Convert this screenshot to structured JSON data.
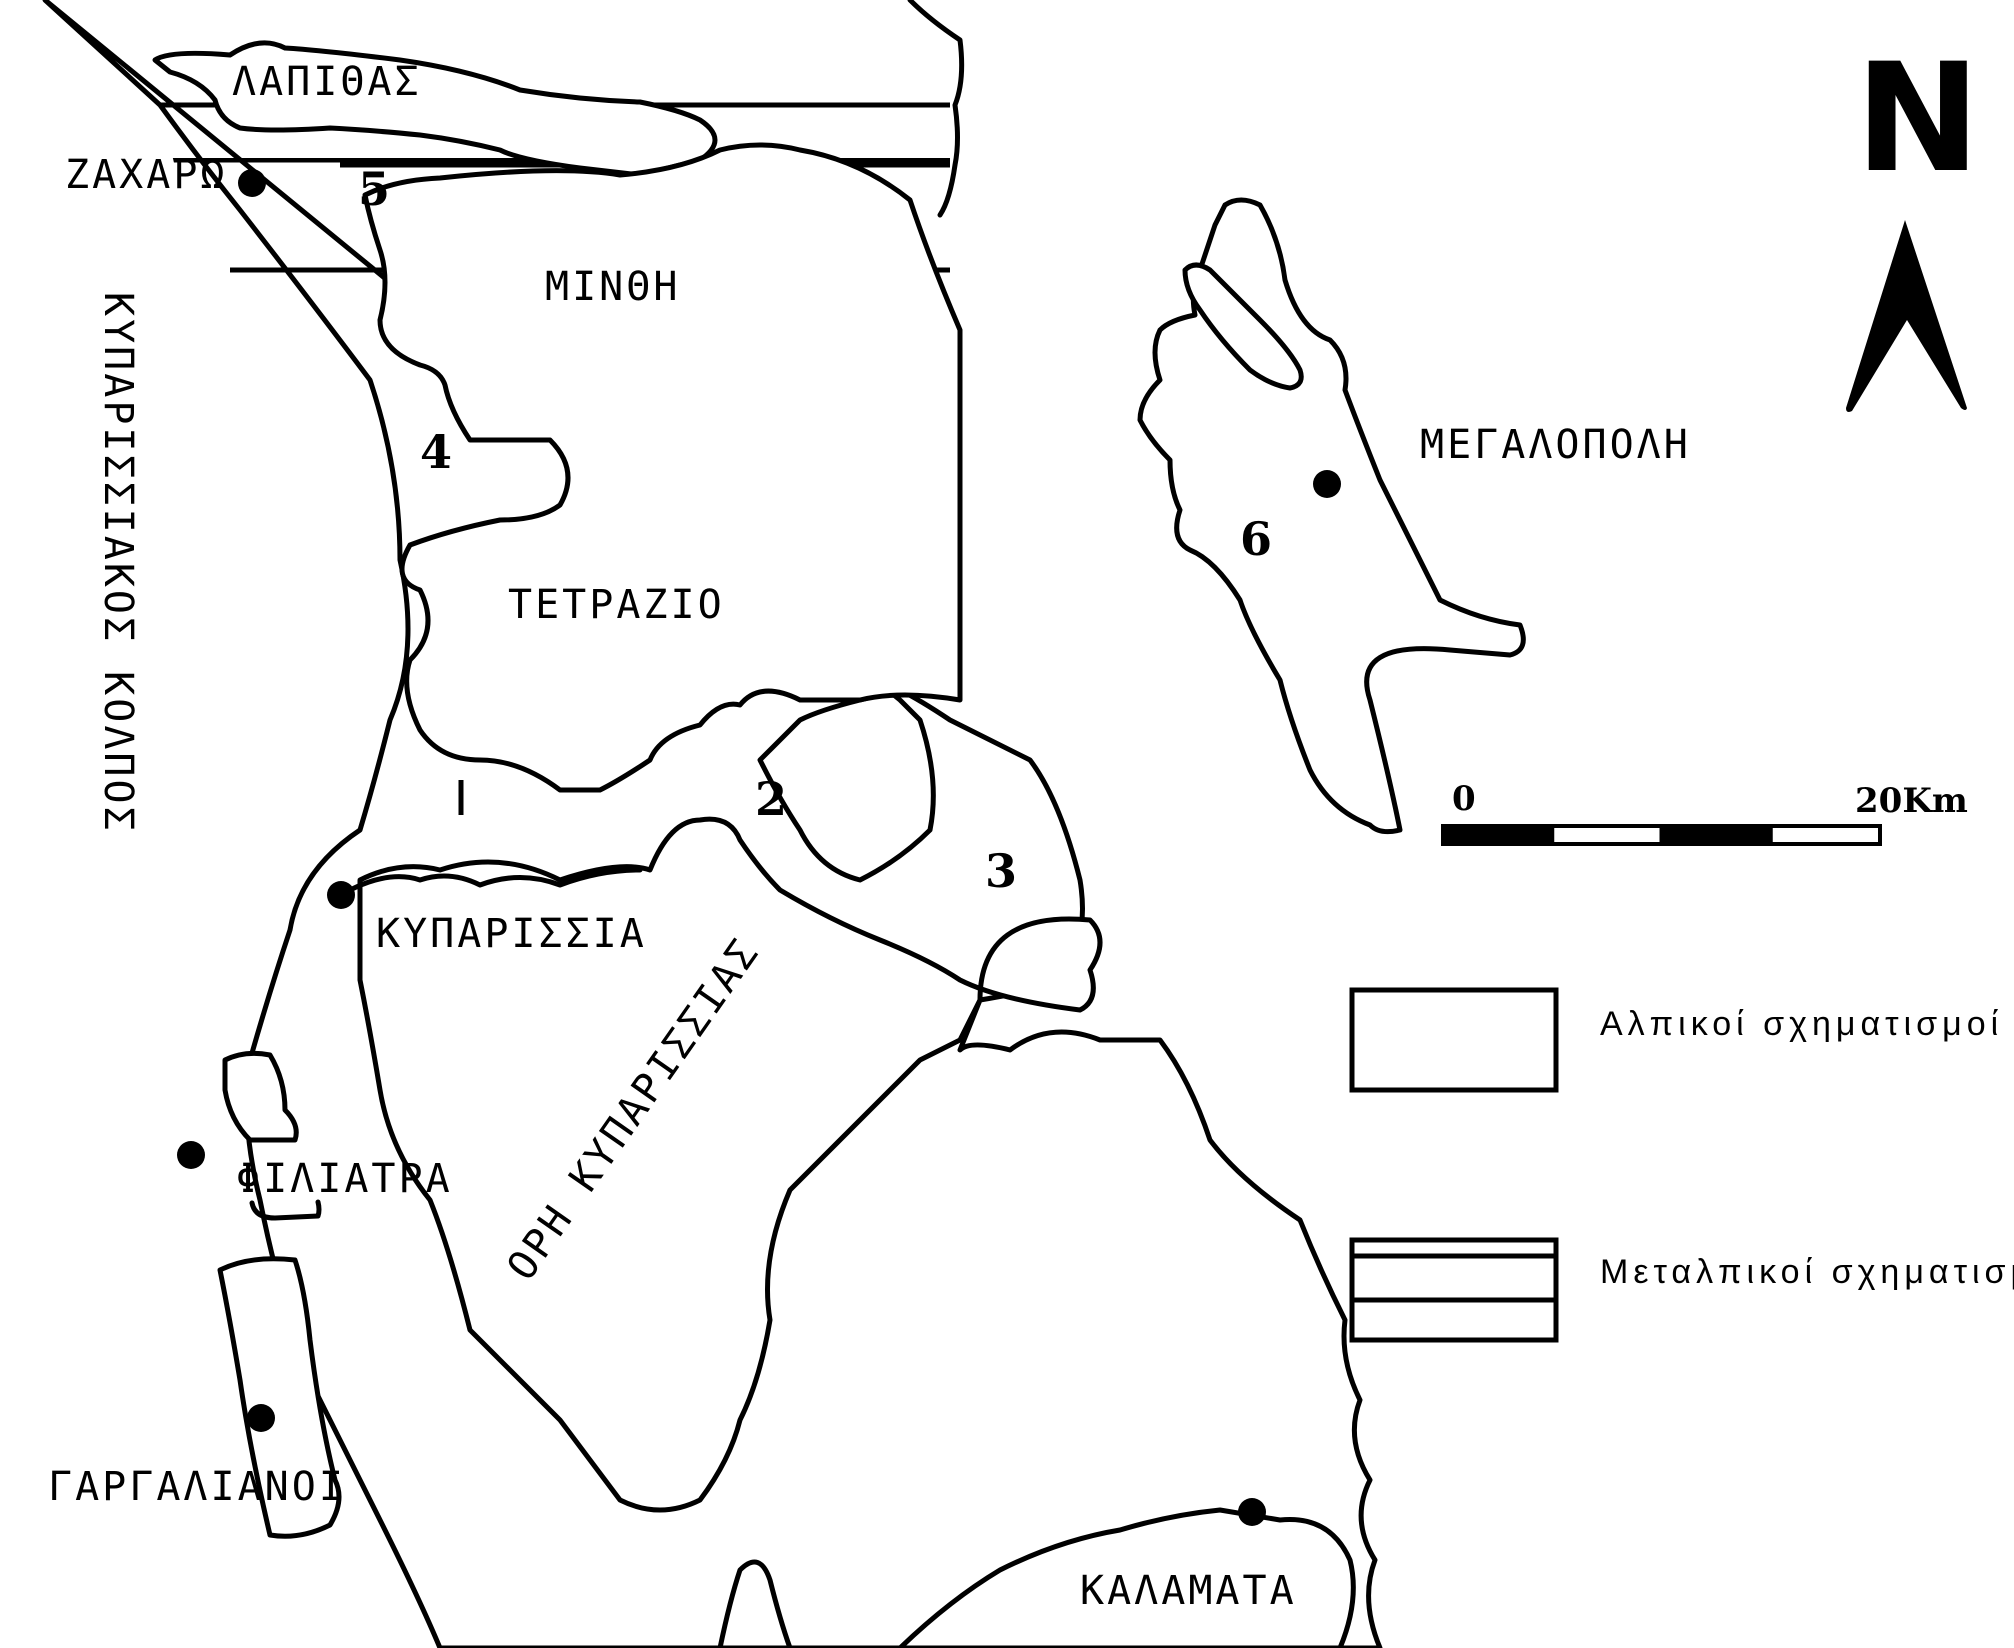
{
  "map": {
    "type": "geological sketch map",
    "north_label": "N",
    "labels": {
      "lapithas": "ΛΑΠΙΘΑΣ",
      "zacharo": "ΖΑΧΑΡΩ",
      "minthi": "ΜΙΝΘΗ",
      "tetrazio": "ΤΕΤΡΑΖΙΟ",
      "kyparissia": "ΚΥΠΑΡΙΣΣΙΑ",
      "ori_kyparissias": "ΟΡΗ ΚΥΠΑΡΙΣΣΙΑΣ",
      "filiatra": "ΦΙΛΙΑΤΡΑ",
      "gargalianoi": "ΓΑΡΓΑΛΙΑΝΟΙ",
      "kalamata": "ΚΑΛΑΜΑΤΑ",
      "megalopoli": "ΜΕΓΑΛΟΠΟΛΗ",
      "gulf": "ΚΥΠΑΡΙΣΣΙΑΚΟΣ ΚΟΛΠΟΣ"
    },
    "unit_numbers": [
      "2",
      "3",
      "4",
      "5",
      "6"
    ],
    "towns": [
      "ΖΑΧΑΡΩ",
      "ΚΥΠΑΡΙΣΣΙΑ",
      "ΦΙΛΙΑΤΡΑ",
      "ΓΑΡΓΑΛΙΑΝΟΙ",
      "ΚΑΛΑΜΑΤΑ",
      "ΜΕΓΑΛΟΠΟΛΗ"
    ]
  },
  "scale_bar": {
    "start_label": "0",
    "end_label": "20Km",
    "km_total": 20,
    "segments": 4
  },
  "legend": {
    "items": [
      {
        "label": "Αλπικοί σχηματισμοί",
        "pattern": "blank"
      },
      {
        "label": "Μεταλπικοί σχηματισμοί",
        "pattern": "horizontal-hatch"
      }
    ]
  },
  "colors": {
    "ink": "#000000",
    "paper": "#ffffff"
  }
}
